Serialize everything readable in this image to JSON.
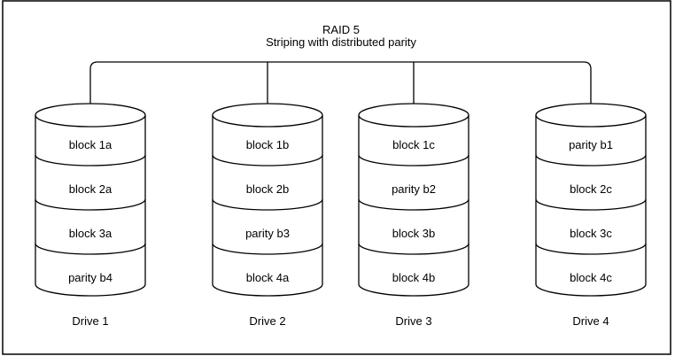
{
  "diagram": {
    "title": "RAID 5",
    "subtitle": "Striping with distributed parity",
    "drives": [
      {
        "label": "Drive 1",
        "blocks": [
          "block 1a",
          "block 2a",
          "block 3a",
          "parity b4"
        ]
      },
      {
        "label": "Drive 2",
        "blocks": [
          "block 1b",
          "block 2b",
          "parity b3",
          "block 4a"
        ]
      },
      {
        "label": "Drive 3",
        "blocks": [
          "block 1c",
          "parity b2",
          "block 3b",
          "block 4b"
        ]
      },
      {
        "label": "Drive 4",
        "blocks": [
          "parity b1",
          "block 2c",
          "block 3c",
          "block 4c"
        ]
      }
    ],
    "colors": {
      "line": "#000000",
      "background": "#ffffff",
      "border": "#000000"
    }
  }
}
